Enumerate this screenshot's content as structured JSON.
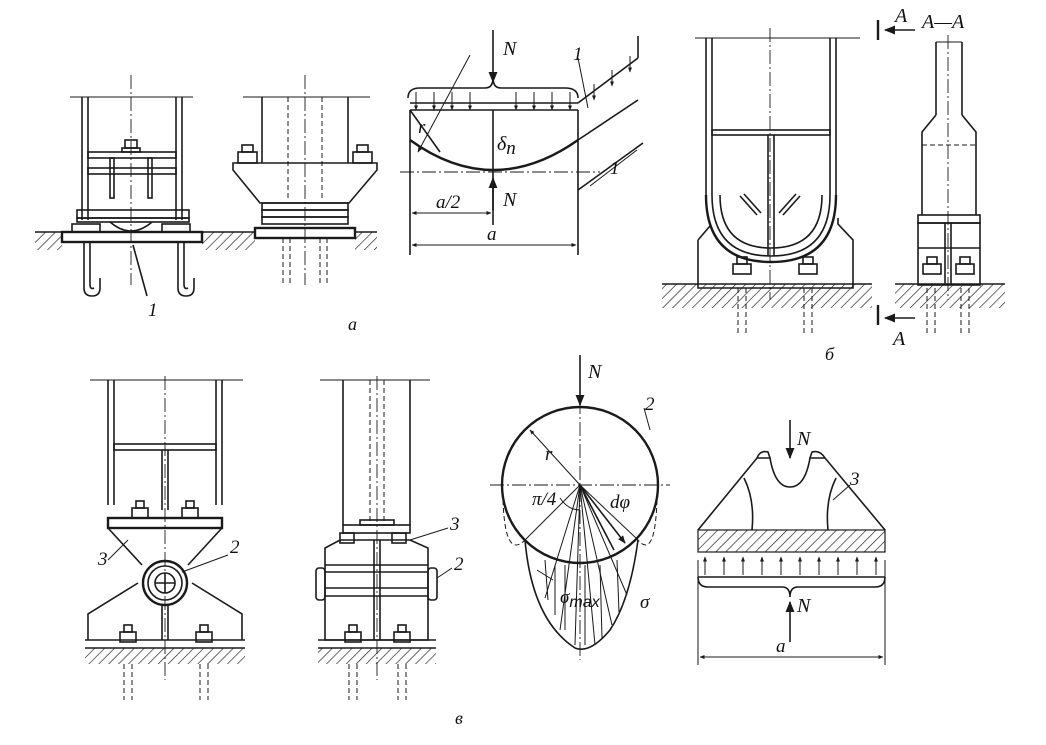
{
  "figure": {
    "panel_a_label": "а",
    "panel_b_label": "б",
    "panel_v_label": "в"
  },
  "panel_a": {
    "callout_1_left": "1",
    "force_top": "N",
    "force_bottom": "N",
    "radius": "r",
    "thickness": "δ",
    "thickness_sub": "п",
    "half_width": "a/2",
    "width": "a",
    "callout_1_right": "1",
    "callout_1_strip": "1"
  },
  "panel_b": {
    "section_marker_top": "A",
    "section_title": "A—A",
    "section_marker_bottom": "A"
  },
  "panel_v": {
    "callout_3_left": "3",
    "callout_2_left": "2",
    "callout_3_mid": "3",
    "callout_2_mid": "2",
    "force_roller": "N",
    "roller_callout": "2",
    "radius": "r",
    "angle": "π/4",
    "dphi": "dφ",
    "sigma": "σ",
    "sigma_max": "σ",
    "sigma_max_sub": "max",
    "force_top_right": "N",
    "callout_3_right": "3",
    "force_bottom_right": "N",
    "width_right": "a"
  }
}
